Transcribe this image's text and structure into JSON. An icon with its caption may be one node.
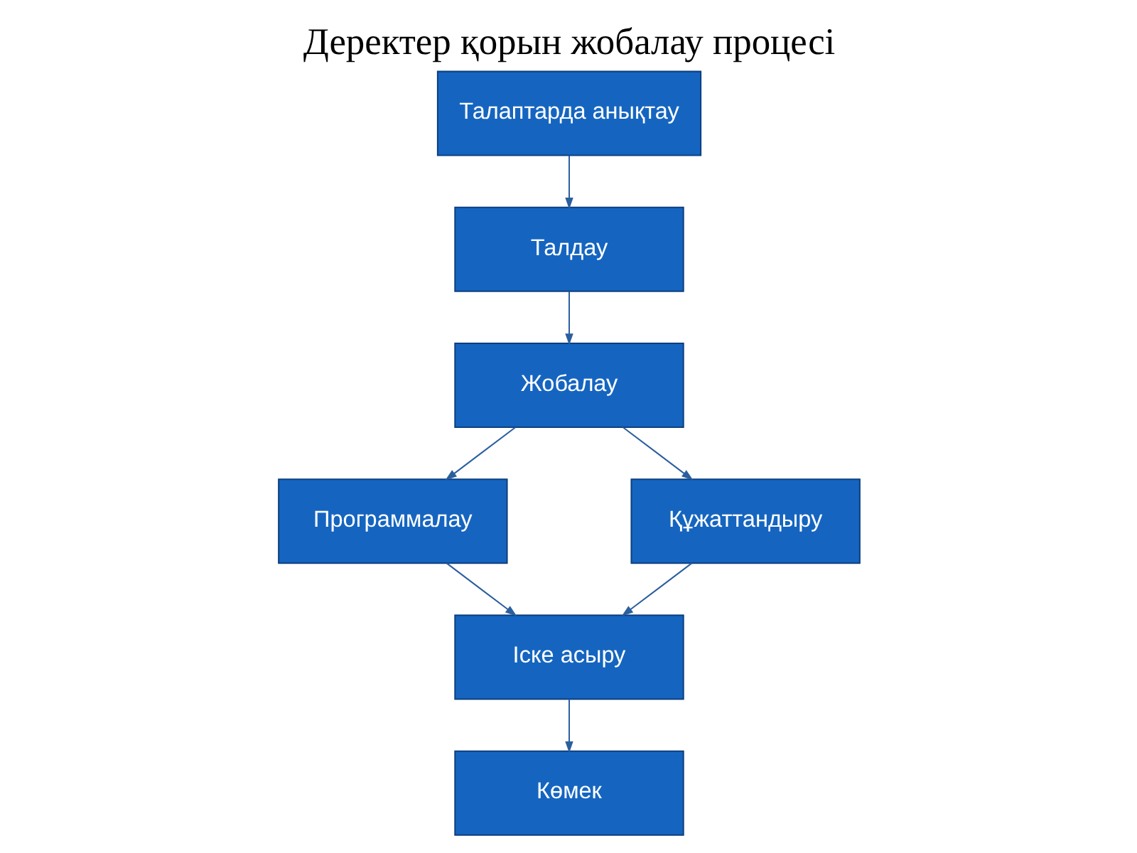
{
  "diagram": {
    "title": "Деректер қорын жобалау процесі",
    "nodes": [
      {
        "text": [
          "Талаптарда анықтау"
        ]
      },
      {
        "text": [
          "Талдау"
        ]
      },
      {
        "text": [
          "Жобалау"
        ]
      },
      {
        "text": [
          "Программалау"
        ]
      },
      {
        "text": [
          "Құжаттандыру"
        ]
      },
      {
        "text": [
          "Іске асыру"
        ]
      },
      {
        "text": [
          "Көмек"
        ]
      }
    ],
    "edges": [
      {
        "from": 0,
        "to": 1,
        "arrow": "to"
      },
      {
        "from": 1,
        "to": 2,
        "arrow": "to"
      },
      {
        "from": 2,
        "to": 3,
        "arrow": "to"
      },
      {
        "from": 2,
        "to": 4,
        "arrow": "to"
      },
      {
        "from": 3,
        "to": 5,
        "arrow": "to"
      },
      {
        "from": 4,
        "to": 5,
        "arrow": "to"
      },
      {
        "from": 5,
        "to": 6,
        "arrow": "to"
      }
    ]
  }
}
